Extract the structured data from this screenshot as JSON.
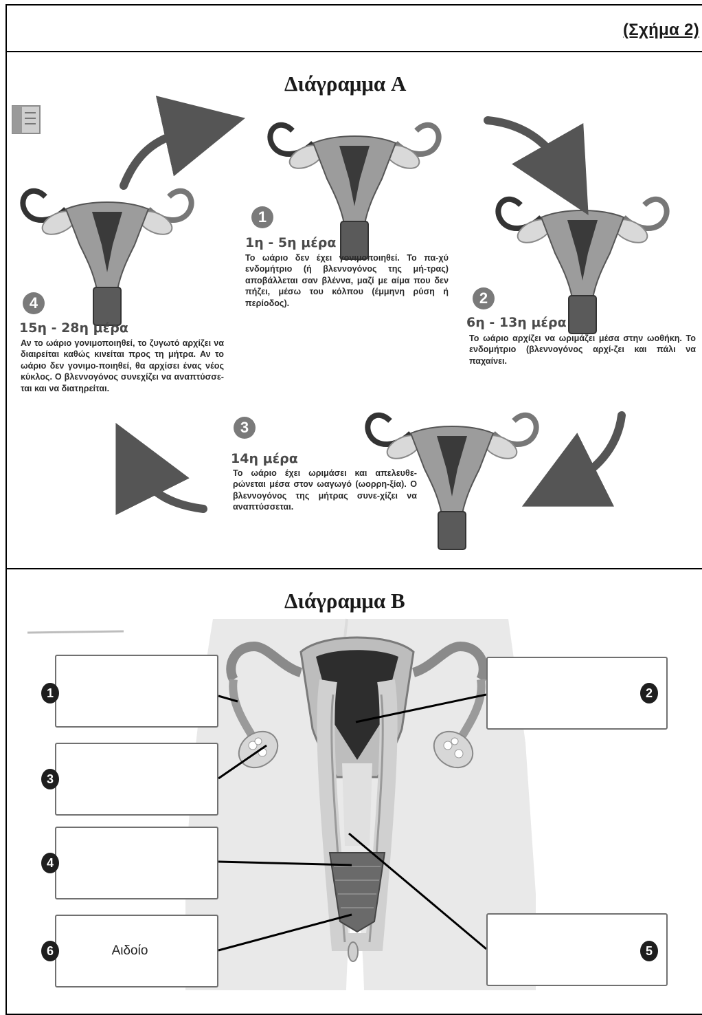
{
  "figure_label": "(Σχήμα 2)",
  "diagram_a": {
    "title": "Διάγραμμα A",
    "stages": [
      {
        "number": "1",
        "days": "1η - 5η μέρα",
        "text": "Το ωάριο δεν έχει γονιμοποιηθεί. Το πα-χύ ενδομήτριο (ή βλεννογόνος της μή-τρας) αποβάλλεται σαν βλέννα, μαζί με αίμα που δεν πήζει, μέσω του κόλπου (έμμηνη ρύση ή περίοδος)."
      },
      {
        "number": "2",
        "days": "6η - 13η μέρα",
        "text": "Το ωάριο αρχίζει να ωριμάζει μέσα στην ωοθήκη. Το ενδομήτριο (βλεννογόνος αρχί-ζει και πάλι να παχαίνει."
      },
      {
        "number": "3",
        "days": "14η μέρα",
        "text": "Το ωάριο έχει ωριμάσει και απελευθε-ρώνεται μέσα στον ωαγωγό (ωορρη-ξία). Ο βλεννογόνος της μήτρας συνε-χίζει να αναπτύσσεται."
      },
      {
        "number": "4",
        "days": "15η - 28η μέρα",
        "text": "Αν το ωάριο γονιμοποιηθεί, το ζυγωτό αρχίζει να διαιρείται καθώς κινείται προς τη μήτρα. Αν το ωάριο δεν γονιμο-ποιηθεί, θα αρχίσει ένας νέος κύκλος. Ο βλεννογόνος συνεχίζει να αναπτύσσε-ται και να διατηρείται."
      }
    ]
  },
  "diagram_b": {
    "title": "Διάγραμμα B",
    "labels": [
      {
        "number": "1",
        "text": ""
      },
      {
        "number": "2",
        "text": ""
      },
      {
        "number": "3",
        "text": ""
      },
      {
        "number": "4",
        "text": ""
      },
      {
        "number": "5",
        "text": ""
      },
      {
        "number": "6",
        "text": "Αιδοίο"
      }
    ]
  }
}
